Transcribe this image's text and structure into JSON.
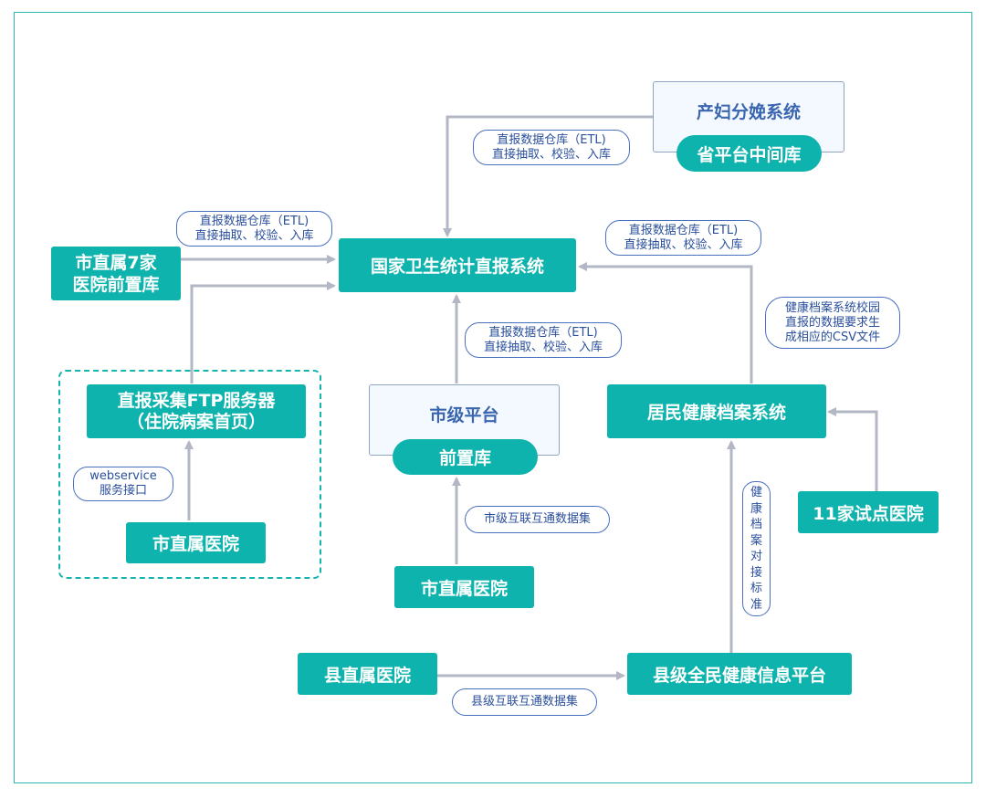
{
  "nodes": {
    "national_system": "国家卫生统计直报系统",
    "maternal_system": "产妇分娩系统",
    "province_db": "省平台中间库",
    "city_7_hospitals": [
      "市直属7家",
      "医院前置库"
    ],
    "ftp_server": [
      "直报采集FTP服务器",
      "（住院病案首页）"
    ],
    "city_hospital_left": "市直属医院",
    "city_platform": "市级平台",
    "front_db": "前置库",
    "city_hospital_mid": "市直属医院",
    "resident_health": "居民健康档案系统",
    "pilot_hospitals": "11家试点医院",
    "county_hospital": "县直属医院",
    "county_platform": "县级全民健康信息平台"
  },
  "edge_labels": {
    "etl_top": [
      "直报数据仓库（ETL)",
      "直接抽取、校验、入库"
    ],
    "etl_left": [
      "直报数据仓库（ETL)",
      "直接抽取、校验、入库"
    ],
    "etl_right": [
      "直报数据仓库（ETL)",
      "直接抽取、校验、入库"
    ],
    "etl_mid": [
      "直报数据仓库（ETL)",
      "直接抽取、校验、入库"
    ],
    "csv": [
      "健康档案系统校园",
      "直报的数据要求生",
      "成相应的CSV文件"
    ],
    "webservice": [
      "webservice",
      "服务接口"
    ],
    "city_interop": "市级互联互通数据集",
    "health_standard": [
      "健",
      "康",
      "档",
      "案",
      "对",
      "接",
      "标",
      "准"
    ],
    "county_interop": "县级互联互通数据集"
  },
  "colors": {
    "node_fill": "#0fb3ad",
    "pale_fill": "#f4f9ff",
    "arrow": "#b3b7c4",
    "label_border": "#4a70c0",
    "label_text": "#2a4f9c",
    "frame": "#2ab7b0"
  }
}
